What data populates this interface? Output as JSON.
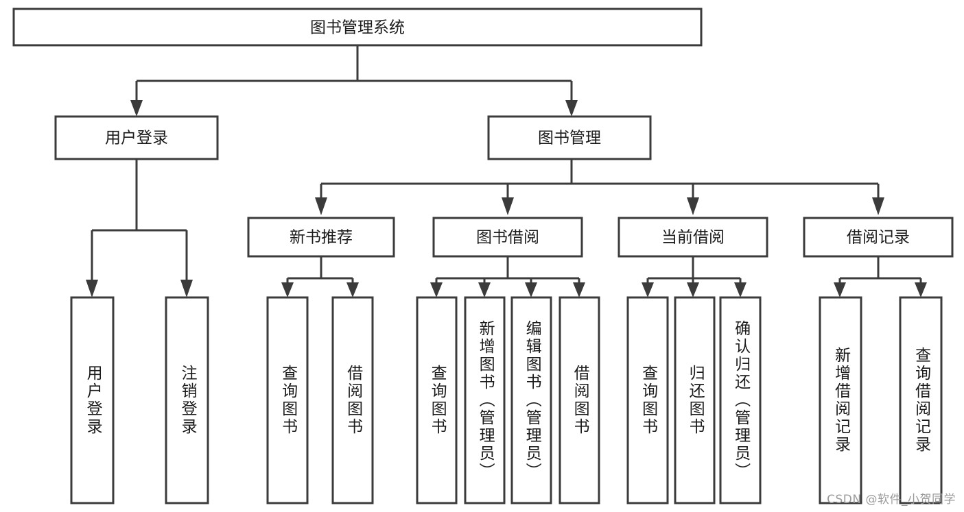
{
  "diagram": {
    "title": "图书管理系统",
    "type": "tree-hierarchy-diagram",
    "colors": {
      "box_stroke": "#3b3b3b",
      "box_fill": "#ffffff",
      "text": "#1b1b1b",
      "background": "#ffffff",
      "watermark": "#9a9a9a"
    },
    "root": {
      "label": "图书管理系统"
    },
    "level2": [
      {
        "label": "用户登录"
      },
      {
        "label": "图书管理"
      }
    ],
    "level3": [
      {
        "label": "新书推荐"
      },
      {
        "label": "图书借阅"
      },
      {
        "label": "当前借阅"
      },
      {
        "label": "借阅记录"
      }
    ],
    "leaves": {
      "user_login": [
        {
          "label": "用户登录"
        },
        {
          "label": "注销登录"
        }
      ],
      "new_book_recommend": [
        {
          "label": "查询图书"
        },
        {
          "label": "借阅图书"
        }
      ],
      "book_borrow": [
        {
          "label": "查询图书"
        },
        {
          "label": "新增图书（管理员）"
        },
        {
          "label": "编辑图书（管理员）"
        },
        {
          "label": "借阅图书"
        }
      ],
      "current_borrow": [
        {
          "label": "查询图书"
        },
        {
          "label": "归还图书"
        },
        {
          "label": "确认归还（管理员）"
        }
      ],
      "borrow_record": [
        {
          "label": "新增借阅记录"
        },
        {
          "label": "查询借阅记录"
        }
      ]
    }
  },
  "watermark": {
    "text": "CSDN @软件_小贺同学"
  }
}
